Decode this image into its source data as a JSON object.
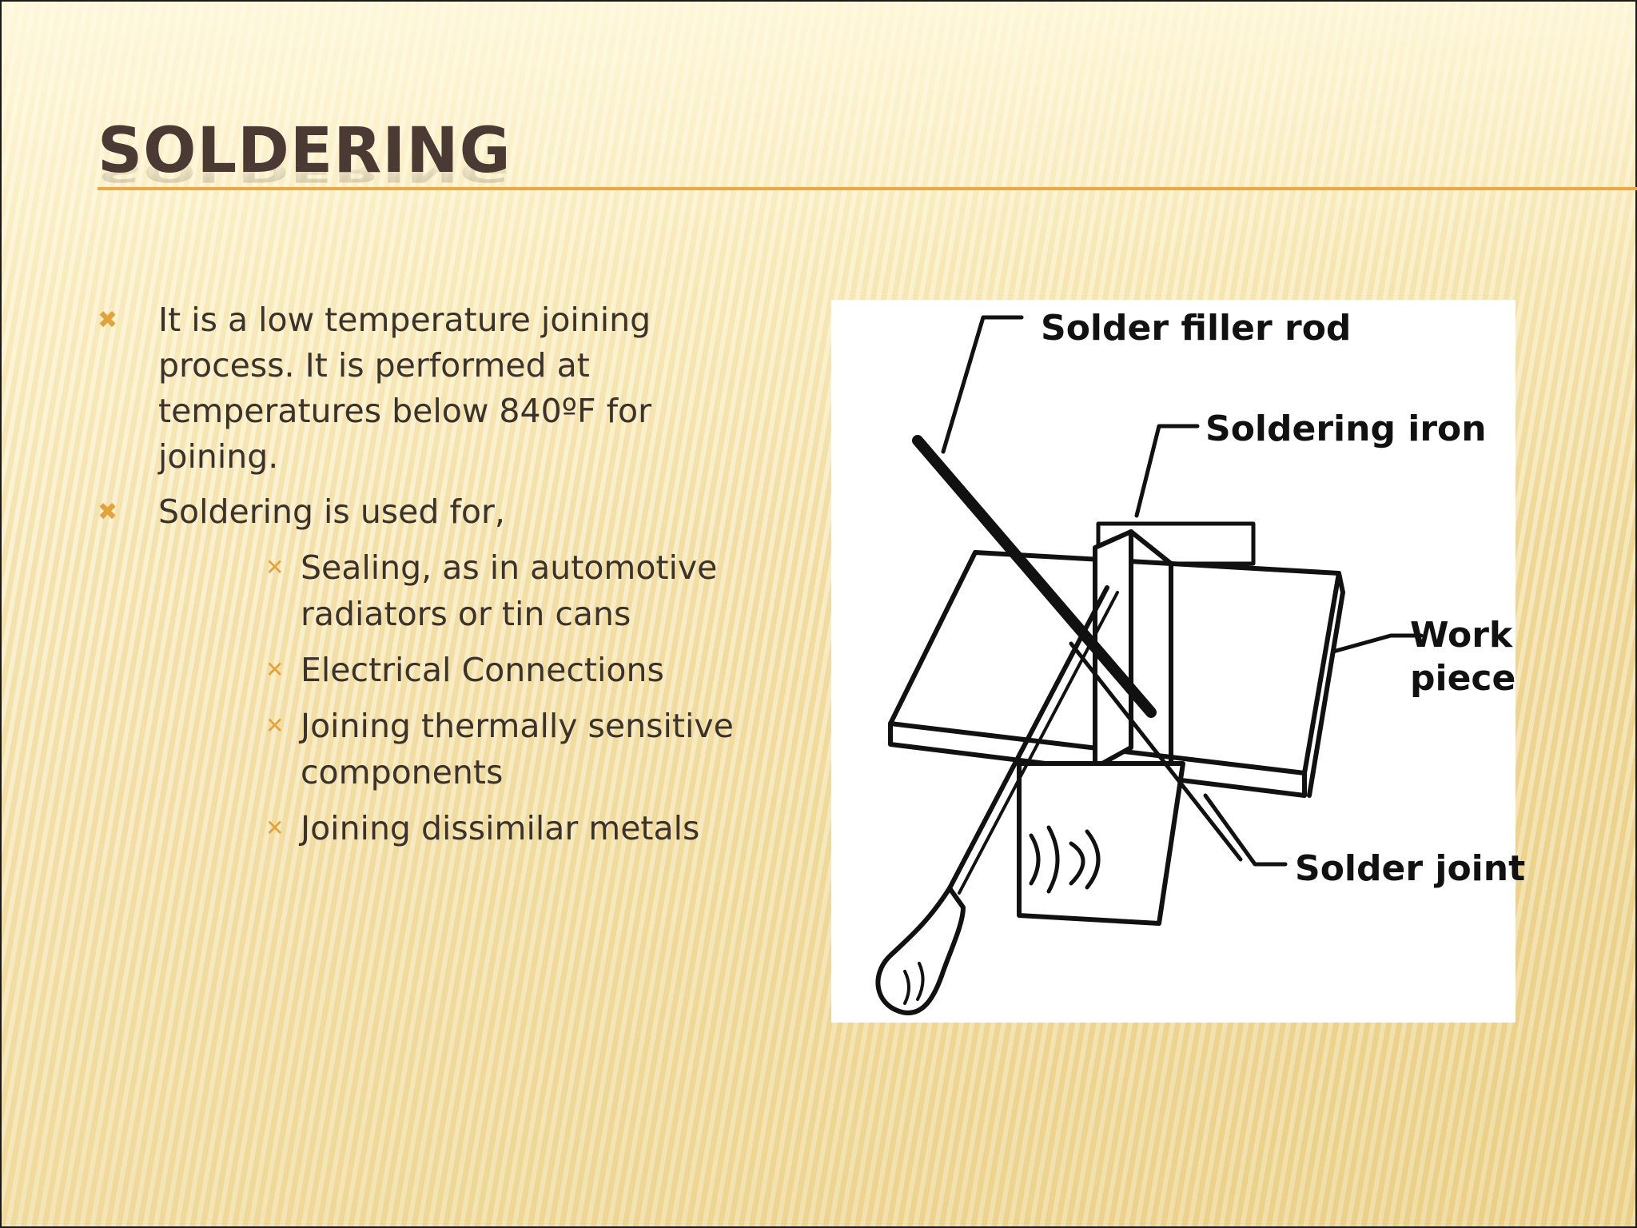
{
  "slide": {
    "title": "SOLDERING",
    "colors": {
      "title": "#4a3a33",
      "accent": "#eba843",
      "text": "#3b322c"
    },
    "bullet_icon": "x-mark-icon",
    "bullets": [
      {
        "text": "It   is a low temperature joining process. It is performed at temperatures below 840ºF for joining."
      },
      {
        "text": "Soldering is used for,",
        "sub_items": [
          "Sealing, as in automotive radiators or tin cans",
          "Electrical Connections",
          "Joining thermally sensitive components",
          "Joining dissimilar metals"
        ]
      }
    ]
  },
  "figure": {
    "labels": {
      "filler_rod": "Solder filler rod",
      "iron": "Soldering iron",
      "work_piece_line1": "Work",
      "work_piece_line2": "piece",
      "joint": "Solder joint"
    }
  }
}
